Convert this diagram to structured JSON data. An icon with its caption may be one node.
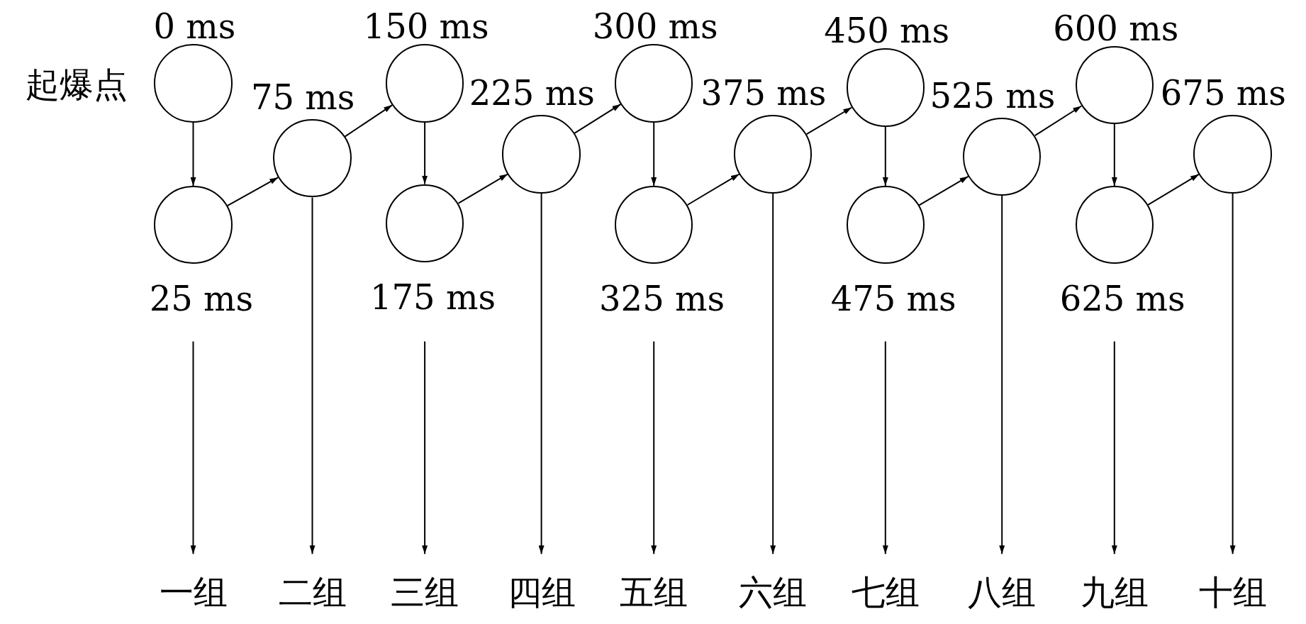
{
  "diagram": {
    "nodes": [
      {
        "text": [],
        "shape": "circle",
        "beside": [
          "0 ms",
          "起爆点"
        ]
      },
      {
        "text": [],
        "shape": "circle",
        "beside": [
          "25 ms"
        ]
      },
      {
        "text": [],
        "shape": "circle",
        "beside": [
          "75 ms"
        ]
      },
      {
        "text": [],
        "shape": "circle",
        "beside": [
          "150 ms"
        ]
      },
      {
        "text": [],
        "shape": "circle",
        "beside": [
          "175 ms"
        ]
      },
      {
        "text": [],
        "shape": "circle",
        "beside": [
          "225 ms"
        ]
      },
      {
        "text": [],
        "shape": "circle",
        "beside": [
          "300 ms"
        ]
      },
      {
        "text": [],
        "shape": "circle",
        "beside": [
          "325 ms"
        ]
      },
      {
        "text": [],
        "shape": "circle",
        "beside": [
          "375 ms"
        ]
      },
      {
        "text": [],
        "shape": "circle",
        "beside": [
          "450 ms"
        ]
      },
      {
        "text": [],
        "shape": "circle",
        "beside": [
          "475 ms"
        ]
      },
      {
        "text": [],
        "shape": "circle",
        "beside": [
          "525 ms"
        ]
      },
      {
        "text": [],
        "shape": "circle",
        "beside": [
          "600 ms"
        ]
      },
      {
        "text": [],
        "shape": "circle",
        "beside": [
          "625 ms"
        ]
      },
      {
        "text": [],
        "shape": "circle",
        "beside": [
          "675 ms"
        ]
      },
      {
        "text": [
          "一组"
        ]
      },
      {
        "text": [
          "二组"
        ]
      },
      {
        "text": [
          "三组"
        ]
      },
      {
        "text": [
          "四组"
        ]
      },
      {
        "text": [
          "五组"
        ]
      },
      {
        "text": [
          "六组"
        ]
      },
      {
        "text": [
          "七组"
        ]
      },
      {
        "text": [
          "八组"
        ]
      },
      {
        "text": [
          "九组"
        ]
      },
      {
        "text": [
          "十组"
        ]
      }
    ],
    "edges": [
      {
        "from": 0,
        "to": 1,
        "arrow": "to"
      },
      {
        "from": 1,
        "to": 2,
        "arrow": "to"
      },
      {
        "from": 2,
        "to": 3,
        "arrow": "to"
      },
      {
        "from": 3,
        "to": 4,
        "arrow": "to"
      },
      {
        "from": 4,
        "to": 5,
        "arrow": "to"
      },
      {
        "from": 5,
        "to": 6,
        "arrow": "to"
      },
      {
        "from": 6,
        "to": 7,
        "arrow": "to"
      },
      {
        "from": 7,
        "to": 8,
        "arrow": "to"
      },
      {
        "from": 8,
        "to": 9,
        "arrow": "to"
      },
      {
        "from": 9,
        "to": 10,
        "arrow": "to"
      },
      {
        "from": 10,
        "to": 11,
        "arrow": "to"
      },
      {
        "from": 11,
        "to": 12,
        "arrow": "to"
      },
      {
        "from": 12,
        "to": 13,
        "arrow": "to"
      },
      {
        "from": 13,
        "to": 14,
        "arrow": "to"
      },
      {
        "from": 1,
        "to": 15,
        "arrow": "to"
      },
      {
        "from": 2,
        "to": 16,
        "arrow": "to"
      },
      {
        "from": 4,
        "to": 17,
        "arrow": "to"
      },
      {
        "from": 5,
        "to": 18,
        "arrow": "to"
      },
      {
        "from": 7,
        "to": 19,
        "arrow": "to"
      },
      {
        "from": 8,
        "to": 20,
        "arrow": "to"
      },
      {
        "from": 10,
        "to": 21,
        "arrow": "to"
      },
      {
        "from": 11,
        "to": 22,
        "arrow": "to"
      },
      {
        "from": 13,
        "to": 23,
        "arrow": "to"
      },
      {
        "from": 14,
        "to": 24,
        "arrow": "to"
      }
    ]
  }
}
